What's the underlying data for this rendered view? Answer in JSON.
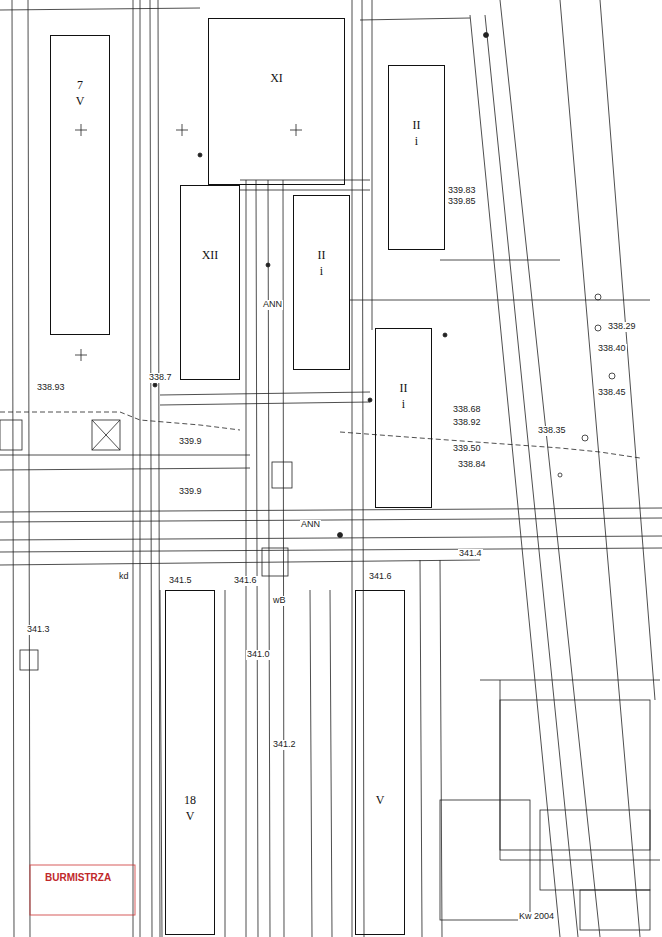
{
  "diagram": {
    "nodes": [
      {
        "text": [
          "7",
          "V"
        ]
      },
      {
        "text": [
          "XI"
        ]
      },
      {
        "text": [
          "II",
          "i"
        ]
      },
      {
        "text": [
          "XII"
        ]
      },
      {
        "text": [
          "II",
          "i"
        ]
      },
      {
        "text": [
          "II",
          "i"
        ]
      },
      {
        "text": [
          "18",
          "V"
        ]
      },
      {
        "text": [
          "V"
        ]
      }
    ],
    "labels": [
      "338.93",
      "338.7",
      "339.9",
      "339.9",
      "339.83",
      "339.85",
      "338.68",
      "338.92",
      "339.50",
      "338.84",
      "338.29",
      "338.40",
      "338.45",
      "338.35",
      "341.3",
      "341.5",
      "341.6",
      "341.6",
      "341.4",
      "341.0",
      "341.2",
      "kd",
      "wB",
      "ANN",
      "ANN",
      "Kw 2004",
      "BURMISTRZA"
    ]
  }
}
